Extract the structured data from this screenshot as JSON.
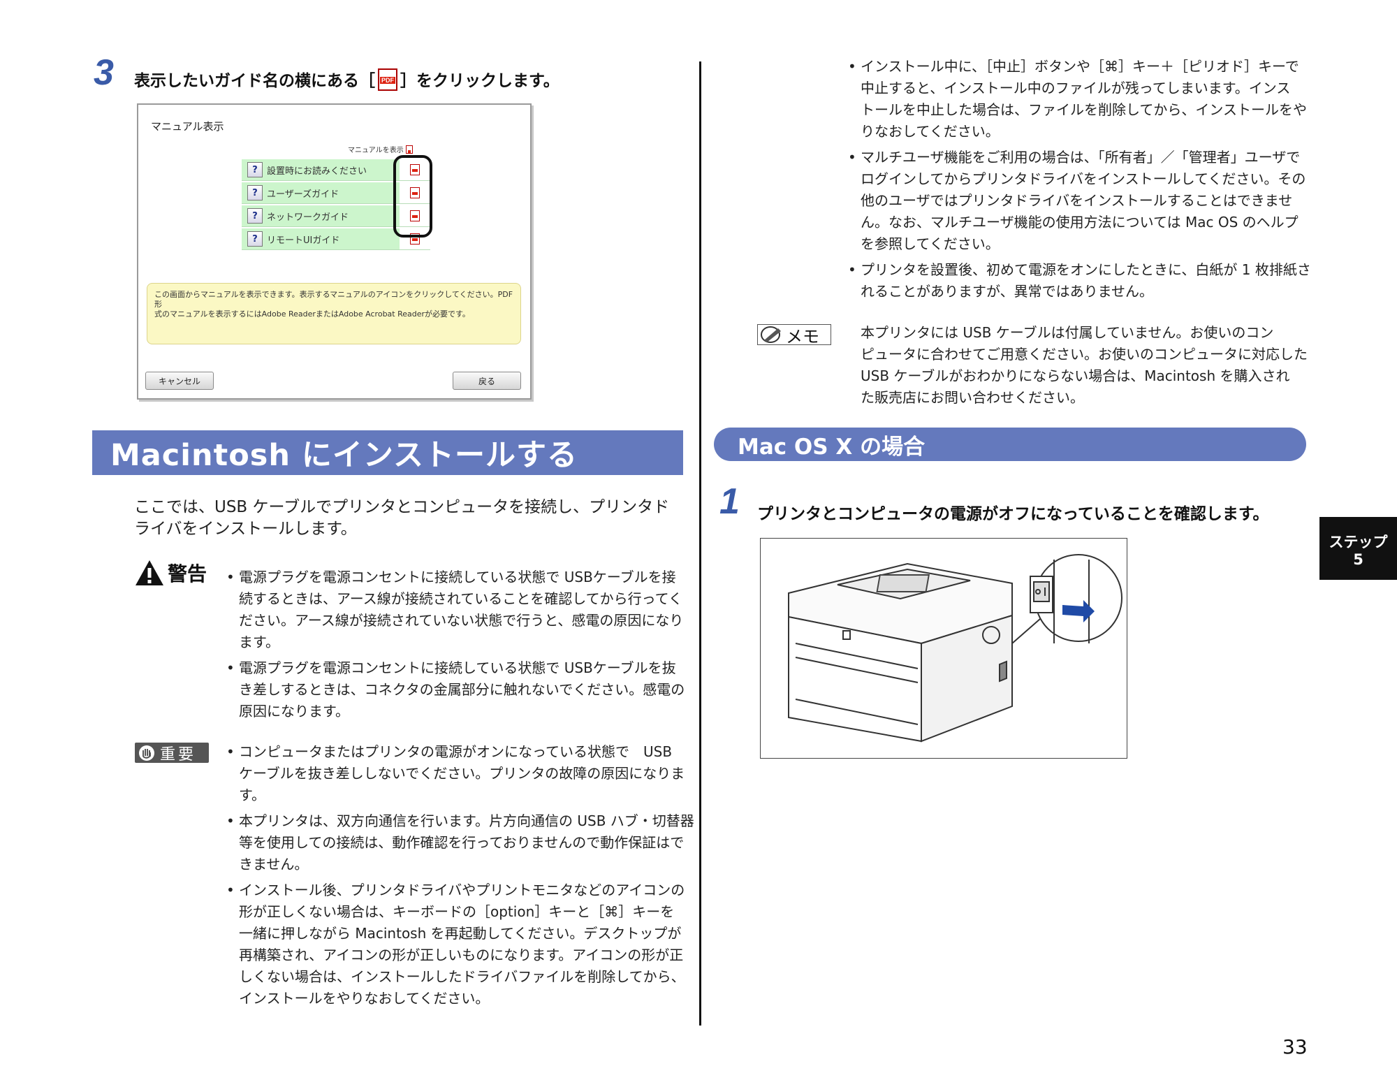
{
  "step3": {
    "number": "3",
    "text_before": "表示したいガイド名の横にある［",
    "text_after": "］をクリックします。"
  },
  "dialog": {
    "title": "マニュアル表示",
    "column_header": "マニュアルを表示",
    "manuals": [
      {
        "label": "設置時にお読みください"
      },
      {
        "label": "ユーザーズガイド"
      },
      {
        "label": "ネットワークガイド"
      },
      {
        "label": "リモートUIガイド"
      }
    ],
    "note_line1": "この画面からマニュアルを表示できます。表示するマニュアルのアイコンをクリックしてください。PDF形",
    "note_line2": "式のマニュアルを表示するにはAdobe ReaderまたはAdobe Acrobat Readerが必要です。",
    "cancel_label": "キャンセル",
    "back_label": "戻る"
  },
  "section_mac": {
    "title": "Macintosh にインストールする",
    "intro_line1": "ここでは、USB ケーブルでプリンタとコンピュータを接続し、プリンタド",
    "intro_line2": "ライバをインストールします。"
  },
  "warning": {
    "label": "警告",
    "items": [
      {
        "lines": [
          "電源プラグを電源コンセントに接続している状態で USBケーブルを接",
          "続するときは、アース線が接続されていることを確認してから行ってく",
          "ださい。アース線が接続されていない状態で行うと、感電の原因になり",
          "ます。"
        ]
      },
      {
        "lines": [
          "電源プラグを電源コンセントに接続している状態で USBケーブルを抜",
          "き差しするときは、コネクタの金属部分に触れないでください。感電の",
          "原因になります。"
        ]
      }
    ]
  },
  "important": {
    "label": "重要",
    "items": [
      {
        "lines": [
          "コンピュータまたはプリンタの電源がオンになっている状態で　USB",
          "ケーブルを抜き差ししないでください。プリンタの故障の原因になりま",
          "す。"
        ]
      },
      {
        "lines": [
          "本プリンタは、双方向通信を行います。片方向通信の USB ハブ・切替器",
          "等を使用しての接続は、動作確認を行っておりませんので動作保証はで",
          "きません。"
        ]
      },
      {
        "lines": [
          "インストール後、プリンタドライバやプリントモニタなどのアイコンの",
          "形が正しくない場合は、キーボードの［option］キーと［⌘］キーを",
          "一緒に押しながら Macintosh を再起動してください。デスクトップが",
          "再構築され、アイコンの形が正しいものになります。アイコンの形が正",
          "しくない場合は、インストールしたドライバファイルを削除してから、",
          "インストールをやりなおしてください。"
        ]
      }
    ]
  },
  "right_notes": {
    "items": [
      {
        "lines": [
          "インストール中に、［中止］ボタンや［⌘］キー＋［ピリオド］キーで",
          "中止すると、インストール中のファイルが残ってしまいます。インス",
          "トールを中止した場合は、ファイルを削除してから、インストールをや",
          "りなおしてください。"
        ]
      },
      {
        "lines": [
          "マルチユーザ機能をご利用の場合は、「所有者」／「管理者」ユーザで",
          "ログインしてからプリンタドライバをインストールしてください。その",
          "他のユーザではプリンタドライバをインストールすることはできませ",
          "ん。なお、マルチユーザ機能の使用方法については Mac OS のヘルプ",
          "を参照してください。"
        ]
      },
      {
        "lines": [
          "プリンタを設置後、初めて電源をオンにしたときに、白紙が 1 枚排紙さ",
          "れることがありますが、異常ではありません。"
        ]
      }
    ]
  },
  "memo": {
    "label": "メモ",
    "lines": [
      "本プリンタには USB ケーブルは付属していません。お使いのコン",
      "ピュータに合わせてご用意ください。お使いのコンピュータに対応した",
      "USB ケーブルがおわかりにならない場合は、Macintosh を購入され",
      "た販売店にお問い合わせください。"
    ]
  },
  "section_osx": {
    "title": "Mac OS X の場合"
  },
  "step1": {
    "number": "1",
    "text": "プリンタとコンピュータの電源がオフになっていることを確認します。"
  },
  "side_tab": {
    "line1": "ステップ",
    "line2": "5"
  },
  "page_number": "33",
  "colors": {
    "section_header": "#6479bd",
    "step_number": "#3a5ba8",
    "dialog_list": "#ccf5cc",
    "dialog_note": "#fbf8c4",
    "arrow": "#1f4aa6"
  }
}
